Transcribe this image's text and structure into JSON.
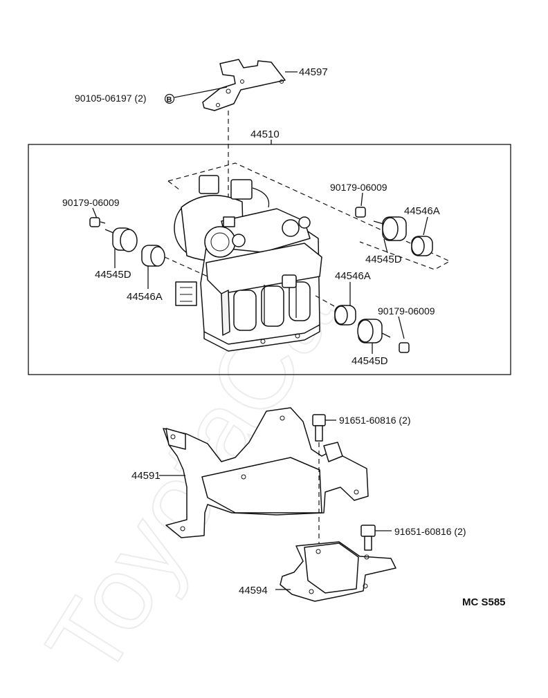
{
  "watermark": "ToyotaCa",
  "diagram_code": "MC  S585",
  "labels": {
    "bracket_top": "44597",
    "bolt_top": "90105-06197 (2)",
    "bolt_top_marker": "B",
    "assembly": "44510",
    "screw_left": "90179-06009",
    "cushion_d_left": "44545D",
    "cushion_a_left": "44546A",
    "screw_upper_right": "90179-06009",
    "cushion_a_upper_right": "44546A",
    "cushion_d_upper_right": "44545D",
    "cushion_a_lower_right": "44546A",
    "screw_lower_right": "90179-06009",
    "cushion_d_lower_right": "44545D",
    "bolt_mid": "91651-60816 (2)",
    "bracket_mid": "44591",
    "bolt_low": "91651-60816 (2)",
    "bracket_low": "44594"
  }
}
